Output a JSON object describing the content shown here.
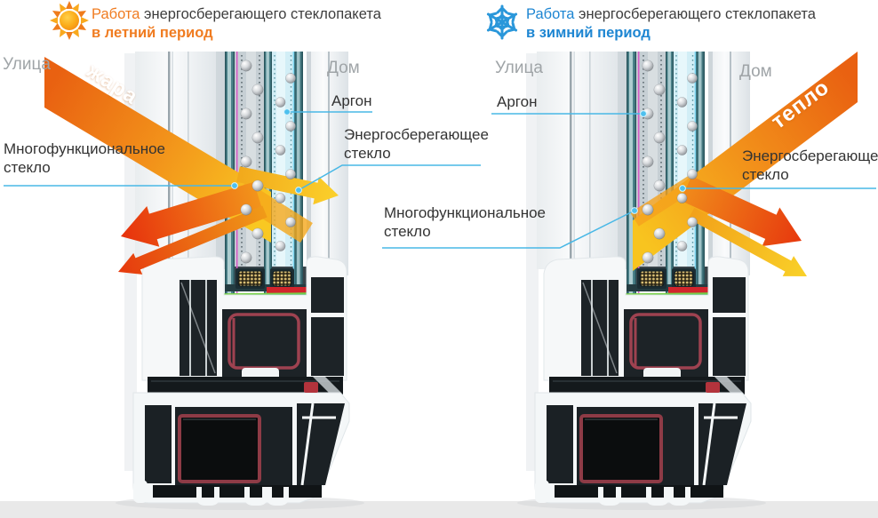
{
  "headers": {
    "summer": {
      "icon": "sun-icon",
      "word_accent": "Работа",
      "rest": "энергосберегающего стеклопакета",
      "period": "в летний период",
      "accent_color": "#f07c21"
    },
    "winter": {
      "icon": "snowflake-icon",
      "word_accent": "Работа",
      "rest": "энергосберегающего стеклопакета",
      "period": "в зимний период",
      "accent_color": "#1e86d2"
    }
  },
  "summer": {
    "street": "Улица",
    "house": "Дом",
    "flow": "жара",
    "argon": "Аргон",
    "energy_glass": "Энергосберегающее стекло",
    "multi_glass": "Многофункциональное стекло"
  },
  "winter": {
    "street": "Улица",
    "house": "Дом",
    "flow": "тепло",
    "argon": "Аргон",
    "energy_glass": "Энергосберегающее стекло",
    "multi_glass": "Многофункциональное стекло"
  },
  "colors": {
    "accent_orange": "#f07c21",
    "accent_blue": "#1e86d2",
    "pointer_line": "#49b8e6",
    "pointer_dot": "#4ec0ee",
    "arrow_orange": "#f2901a",
    "arrow_red": "#e7380e",
    "arrow_yellow": "#f8c91f",
    "gasket_green": "#2cae39",
    "seal_red": "#d2252c",
    "rubber_maroon": "#9e4250",
    "steel_border_red": "#8e3b46",
    "coating_magenta": "#d558c6",
    "coating_cyan": "#7fd6ef",
    "argon_tint": "#d2eef6",
    "location_gray": "#9fa4a7",
    "text_dark": "#333333"
  }
}
